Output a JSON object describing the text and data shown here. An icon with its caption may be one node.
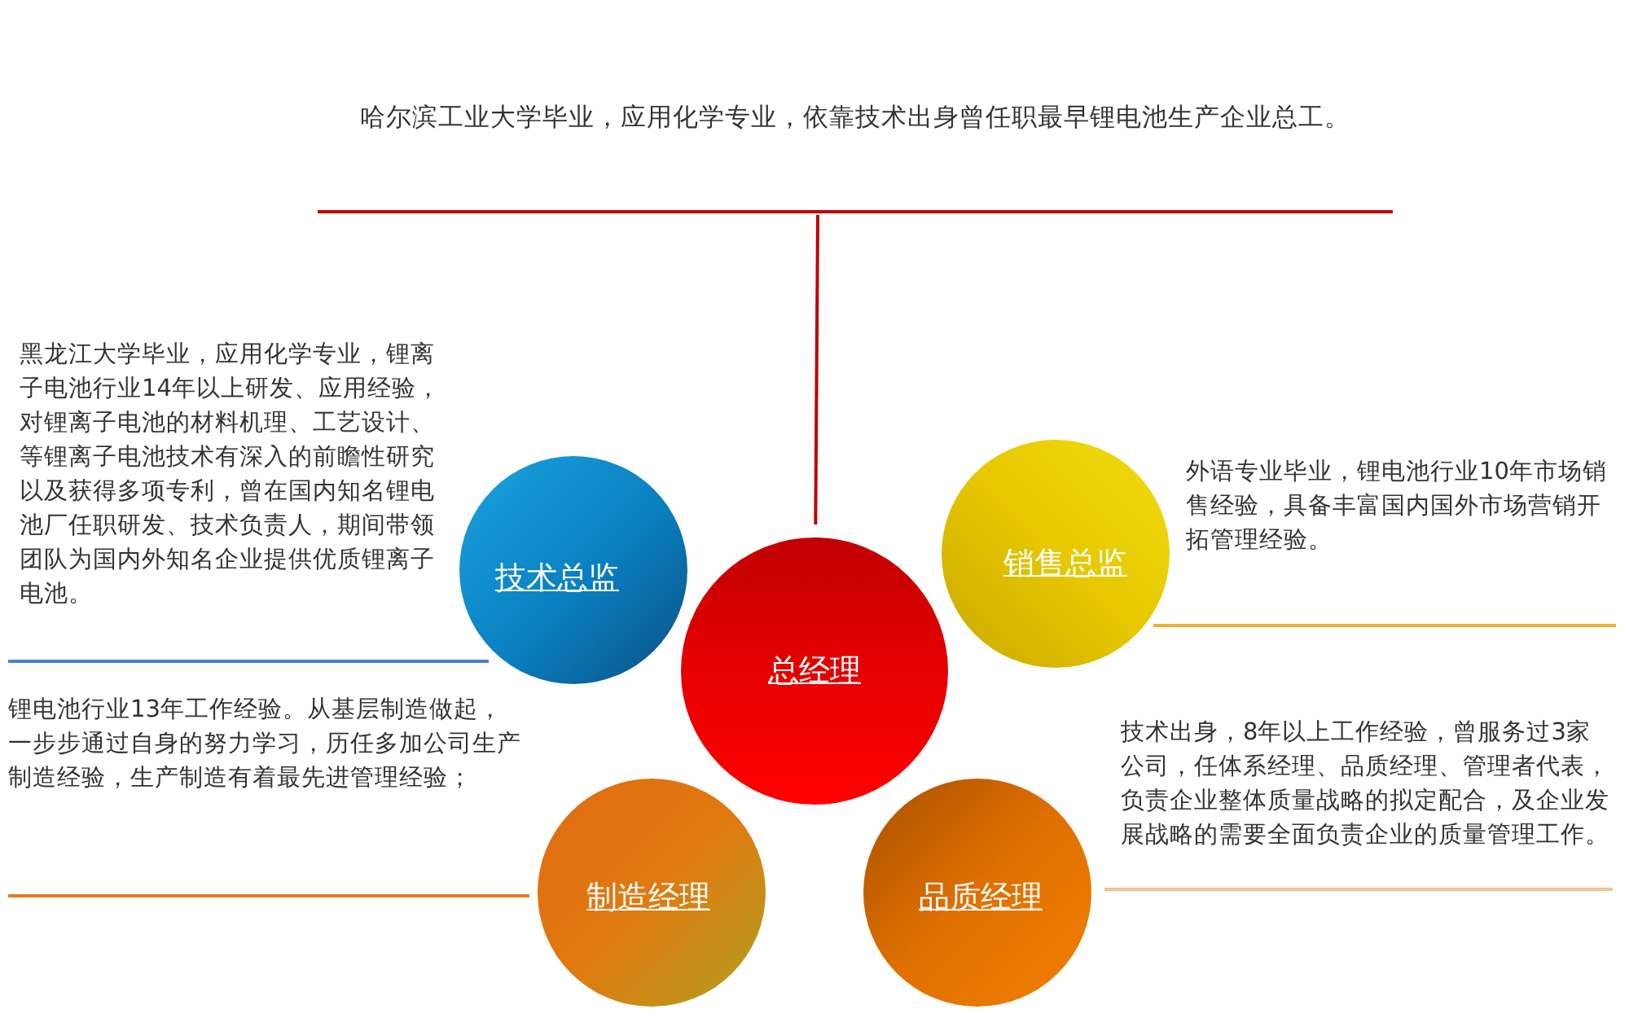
{
  "diagram": {
    "nodes": [
      {
        "text": [
          "哈尔滨工业大学毕业，应用化学专业，依靠技术出身曾任职最早锂电池生产企业总工。"
        ]
      },
      {
        "text": [
          "技术总监"
        ],
        "beside": [
          "黑龙江大学毕业，应用化学专业，锂离子电池行业14年以上研发、应用经验，对锂离子电池的材料机理、工艺设计、等锂离子电池技术有深入的前瞻性研究以及获得多项专利，曾在国内知名锂电池厂任职研发、技术负责人，期间带领团队为国内外知名企业提供优质锂离子电池。"
        ]
      },
      {
        "text": [
          "销售总监"
        ],
        "beside": [
          "外语专业毕业，锂电池行业10年市场销售经验，具备丰富国内国外市场营销开拓管理经验。"
        ]
      },
      {
        "text": [
          "总经理"
        ]
      },
      {
        "text": [
          "制造经理"
        ],
        "beside": [
          "锂电池行业13年工作经验。从基层制造做起，一步步通过自身的努力学习，历任多加公司生产制造经验，生产制造有着最先进管理经验；"
        ]
      },
      {
        "text": [
          "品质经理"
        ],
        "beside": [
          "技术出身，8年以上工作经验，曾服务过3家公司，任体系经理、品质经理、管理者代表，负责企业整体质量战略的拟定配合，及企业发展战略的需要全面负责企业的质量管理工作。"
        ]
      }
    ],
    "edges": [
      {
        "from": 0,
        "to": 3,
        "arrow": "none",
        "color": "#c00000"
      }
    ]
  }
}
